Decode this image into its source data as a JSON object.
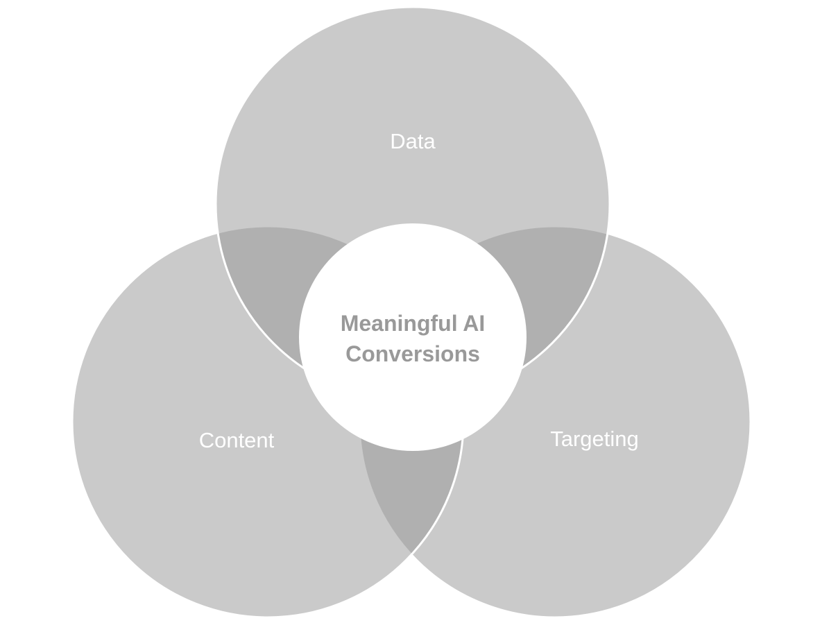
{
  "diagram": {
    "type": "venn",
    "background": "#ffffff",
    "sets": [
      {
        "label": "Data"
      },
      {
        "label": "Content"
      },
      {
        "label": "Targeting"
      }
    ],
    "center_label": {
      "line1": "Meaningful AI",
      "line2": "Conversions"
    },
    "colors": {
      "circle_fill": "#969696",
      "circle_fill_opacity": "0.5",
      "circle_stroke": "#ffffff",
      "single_region_rendered": "#cacaca",
      "overlap_region_rendered": "#b0b0b0",
      "set_label": "#ffffff",
      "center_label": "#999999",
      "center_circle": "#ffffff"
    }
  }
}
